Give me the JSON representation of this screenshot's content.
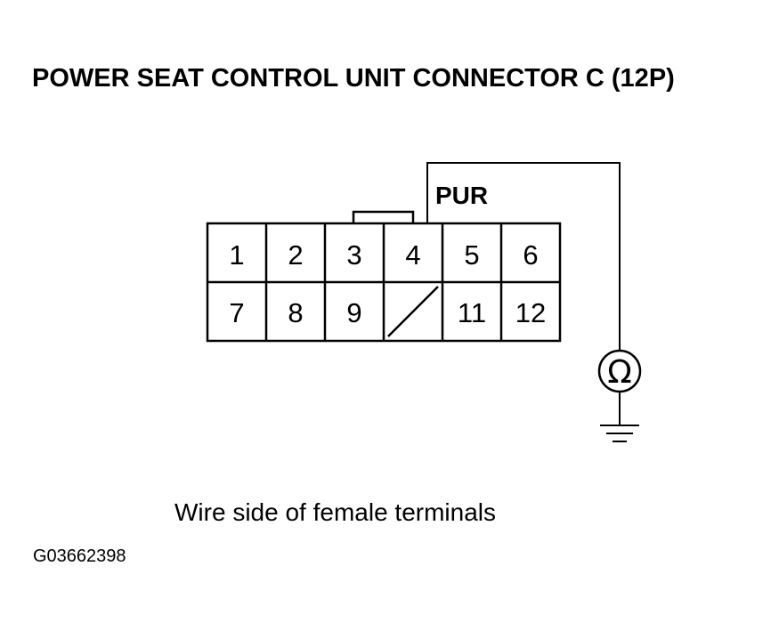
{
  "title": "POWER SEAT CONTROL UNIT CONNECTOR C (12P)",
  "wire_label": "PUR",
  "meter_symbol": "Ω",
  "caption": "Wire side of female terminals",
  "figure_id": "G03662398",
  "terminals_row1": [
    "1",
    "2",
    "3",
    "4",
    "5",
    "6"
  ],
  "terminals_row2": [
    "7",
    "8",
    "9",
    "",
    "11",
    "12"
  ],
  "icons": {
    "meter": "ohmmeter-icon",
    "ground": "ground-icon",
    "empty_cavity": "empty-cavity-icon"
  }
}
